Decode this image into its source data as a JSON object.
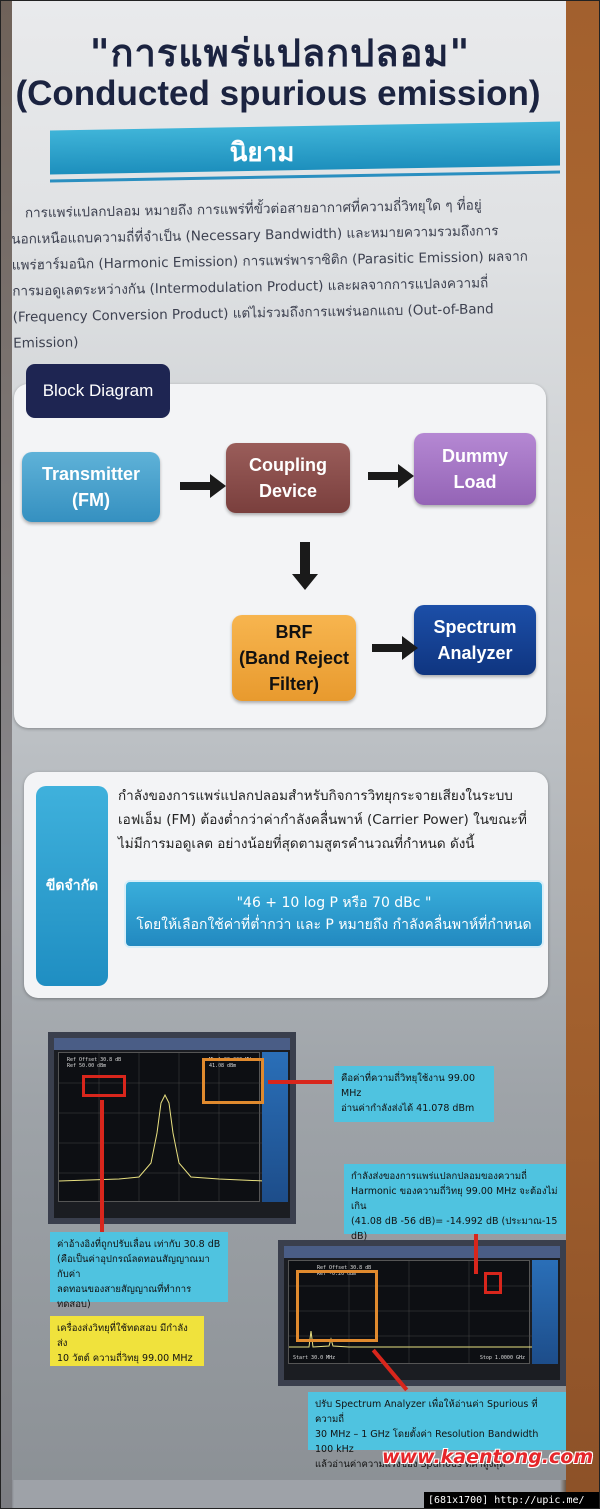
{
  "poster": {
    "title_th": "\"การแพร่แปลกปลอม\"",
    "title_en": "(Conducted spurious emission)",
    "definition_label": "นิยาม",
    "definition_lines": [
      "การแพร่แปลกปลอม หมายถึง การแพร่ที่ขั้วต่อสายอากาศที่ความถี่วิทยุใด ๆ ที่อยู่",
      "นอกเหนือแถบความถี่ที่จำเป็น (Necessary Bandwidth) และหมายความรวมถึงการ",
      "แพร่ฮาร์มอนิก (Harmonic Emission) การแพร่พาราซิติก (Parasitic Emission) ผลจาก",
      "การมอดูเลตระหว่างกัน (Intermodulation Product) และผลจากการแปลงความถี่",
      "(Frequency Conversion Product) แต่ไม่รวมถึงการแพร่นอกแถบ (Out-of-Band Emission)"
    ]
  },
  "block_diagram": {
    "label": "Block Diagram",
    "nodes": {
      "transmitter": "Transmitter\n(FM)",
      "coupling": "Coupling\nDevice",
      "dummy_load": "Dummy\nLoad",
      "brf": "BRF\n(Band Reject\nFilter)",
      "spectrum_analyzer": "Spectrum\nAnalyzer"
    }
  },
  "limit": {
    "label": "ขีดจำกัด",
    "lines": [
      "กำลังของการแพร่แปลกปลอมสำหรับกิจการวิทยุกระจายเสียงในระบบ",
      "เอฟเอ็ม (FM) ต้องต่ำกว่าค่ากำลังคลื่นพาห์ (Carrier Power) ในขณะที่",
      "ไม่มีการมอดูเลต อย่างน้อยที่สุดตามสูตรคำนวณที่กำหนด ดังนี้"
    ],
    "formula_line1": "\"46 + 10 log P หรือ 70 dBc \"",
    "formula_line2": "โดยให้เลือกใช้ค่าที่ต่ำกว่า และ P หมายถึง กำลังคลื่นพาห์ที่กำหนด"
  },
  "callouts": {
    "carrier_lines": [
      "คือค่าที่ความถี่วิทยุใช้งาน 99.00 MHz",
      "อ่านค่ากำลังส่งได้ 41.078 dBm"
    ],
    "harmonic_lines": [
      "กำลังส่งของการแพร่แปลกปลอมของความถี่",
      "Harmonic ของความถี่วิทยุ 99.00 MHz จะต้องไม่เกิน",
      "(41.08 dB -56 dB)= -14.992 dB (ประมาณ-15 dB)"
    ],
    "offset_lines": [
      "ค่าอ้างอิงที่ถูกปรับเลื่อน เท่ากับ 30.8 dB",
      "(คือเป็นค่าอุปกรณ์ลดทอนสัญญาณมากับค่า",
      "ลดทอนของสายสัญญาณที่ทำการทดสอบ)"
    ],
    "transmitter_lines": [
      "เครื่องส่งวิทยุที่ใช้ทดสอบ มีกำลังส่ง",
      "10 วัตต์ ความถี่วิทยุ 99.00 MHz"
    ],
    "sweep_lines": [
      "ปรับ Spectrum Analyzer เพื่อให้อ่านค่า Spurious ที่ความถี่",
      "30 MHz – 1 GHz โดยตั้งค่า Resolution Bandwidth 100 kHz",
      "แล้วอ่านค่าความแรงของ Spurious ที่ค่าสูงสุด"
    ]
  },
  "screens": {
    "screen1_ref": "Ref Offset 30.8 dB",
    "screen1_ref2": "Ref 50.00 dBm",
    "screen1_marker": "Mkr1 99.000 MHz",
    "screen1_marker_val": "41.08 dBm",
    "screen2_ref": "Ref Offset 30.8 dB",
    "screen2_ref2": "Ref -0.20 dBm",
    "screen2_start": "Start 30.0 MHz",
    "screen2_stop": "Stop 1.0000 GHz"
  },
  "watermark": "www.kaentong.com",
  "footer": "[681x1700] http://upic.me/",
  "colors": {
    "navy": "#1b2340",
    "cyan": "#2a9fcf",
    "orange": "#e89a2e",
    "red": "#d8261c"
  }
}
